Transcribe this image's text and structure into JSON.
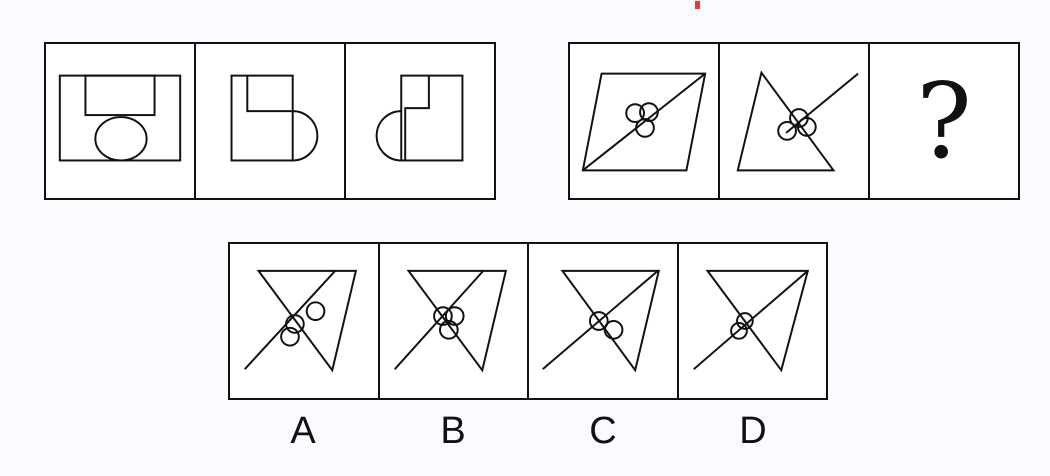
{
  "question_mark": "?",
  "options": {
    "labels": [
      "A",
      "B",
      "C",
      "D"
    ]
  },
  "colors": {
    "stroke": "#111111",
    "background": "#fafbff",
    "panel": "#ffffff",
    "top_strip_accent": "#e53935"
  }
}
